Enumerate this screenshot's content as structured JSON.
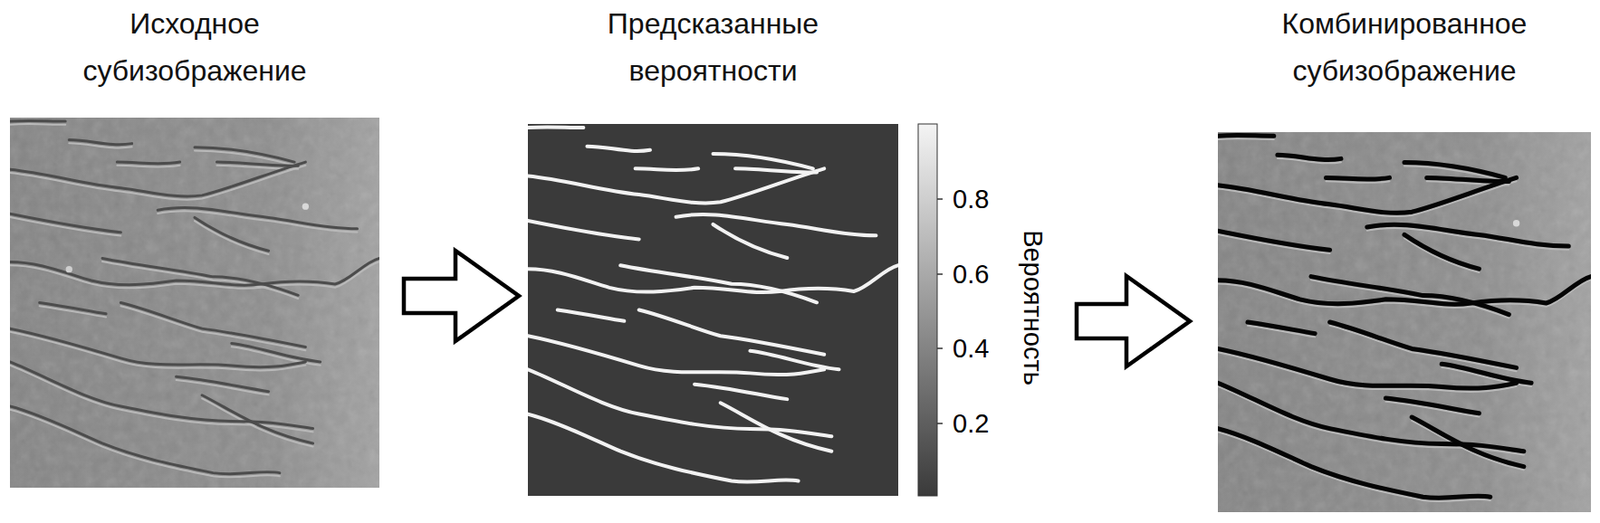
{
  "diagram": {
    "nodes": [
      {
        "text": [
          "Исходное субизображение"
        ]
      },
      {
        "text": [
          "Предсказанные вероятности"
        ]
      },
      {
        "text": [
          "Комбинированное субизображение"
        ]
      }
    ],
    "edges": [
      {
        "from": 0,
        "to": 1,
        "arrow": "to"
      },
      {
        "from": 1,
        "to": 2,
        "arrow": "to"
      }
    ],
    "labels": [
      "0.8",
      "0.6",
      "0.4",
      "0.2",
      "Вероятность"
    ]
  }
}
